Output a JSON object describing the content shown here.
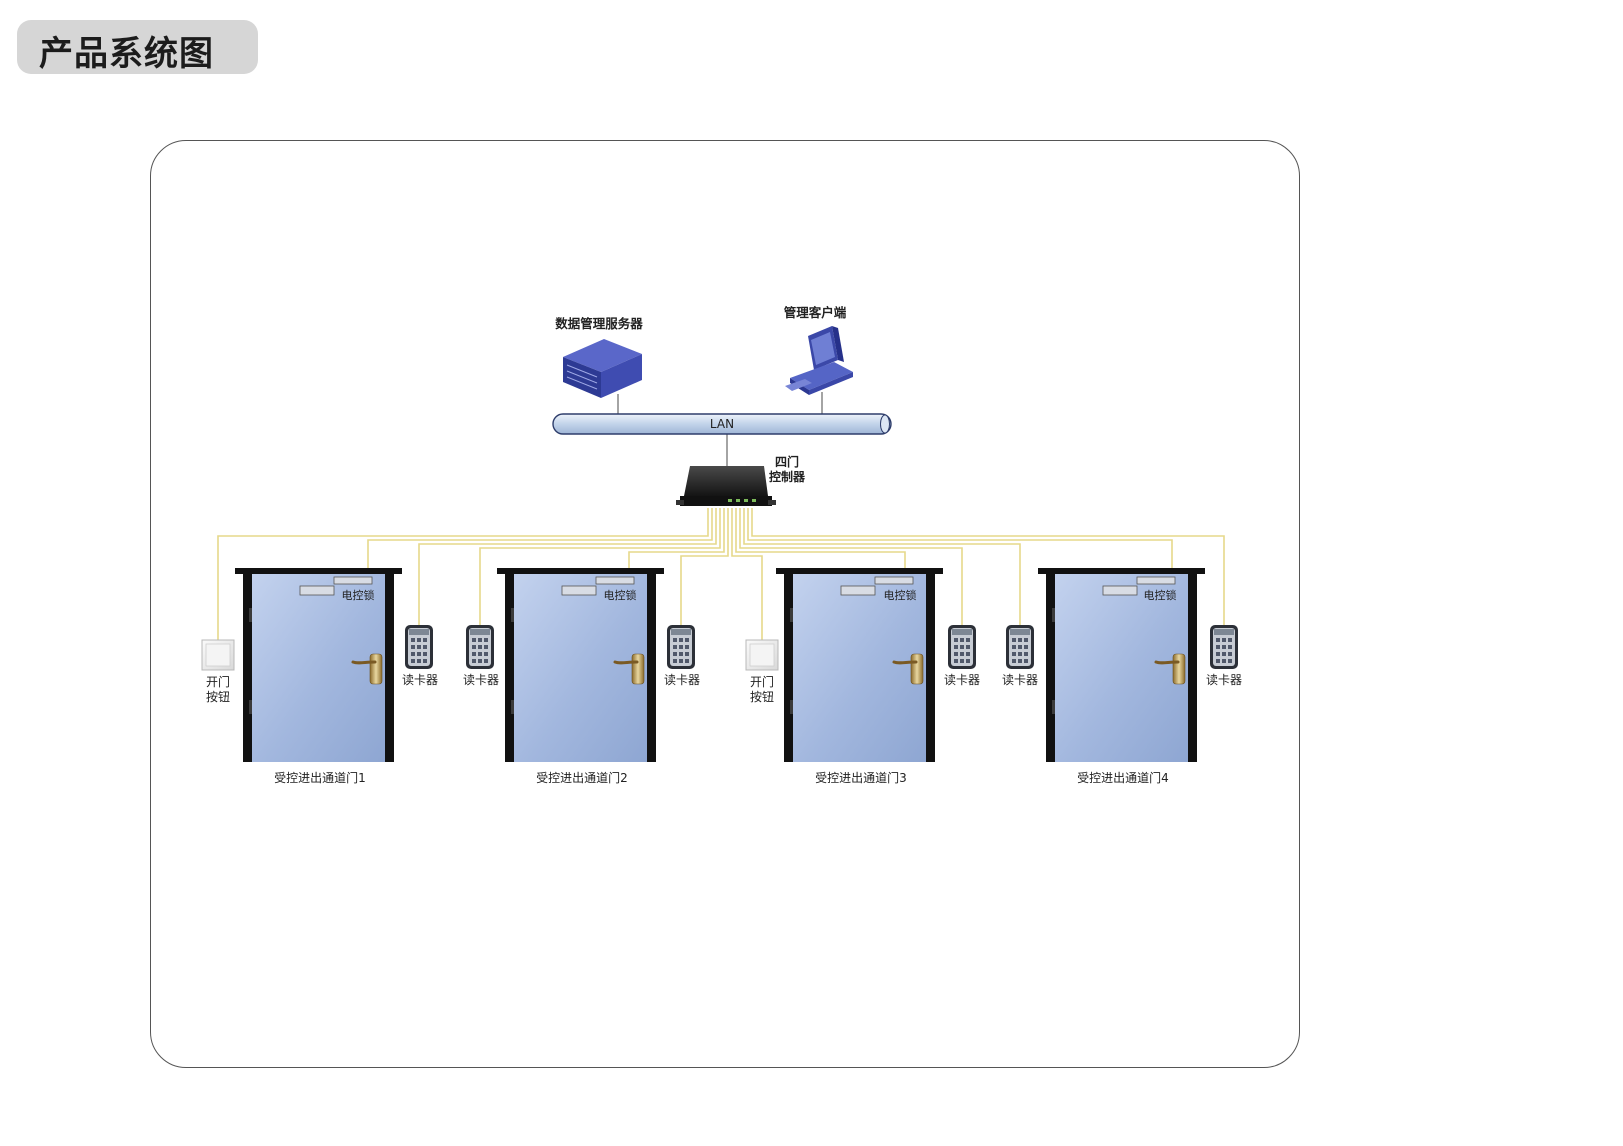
{
  "page_title": "产品系统图",
  "diagram": {
    "server_label": "数据管理服务器",
    "client_label": "管理客户端",
    "lan_label": "LAN",
    "controller_label_line1": "四门",
    "controller_label_line2": "控制器",
    "lock_label": "电控锁",
    "reader_label": "读卡器",
    "exit_button_line1": "开门",
    "exit_button_line2": "按钮",
    "doors": [
      {
        "caption": "受控进出通道门1"
      },
      {
        "caption": "受控进出通道门2"
      },
      {
        "caption": "受控进出通道门3"
      },
      {
        "caption": "受控进出通道门4"
      }
    ]
  },
  "colors": {
    "wire": "#e8dc8a",
    "door_fill": "#a9bde0",
    "door_frame": "#1a1a1a",
    "lan_fill": "#c9d9ee",
    "device_blue": "#3b47a6"
  }
}
